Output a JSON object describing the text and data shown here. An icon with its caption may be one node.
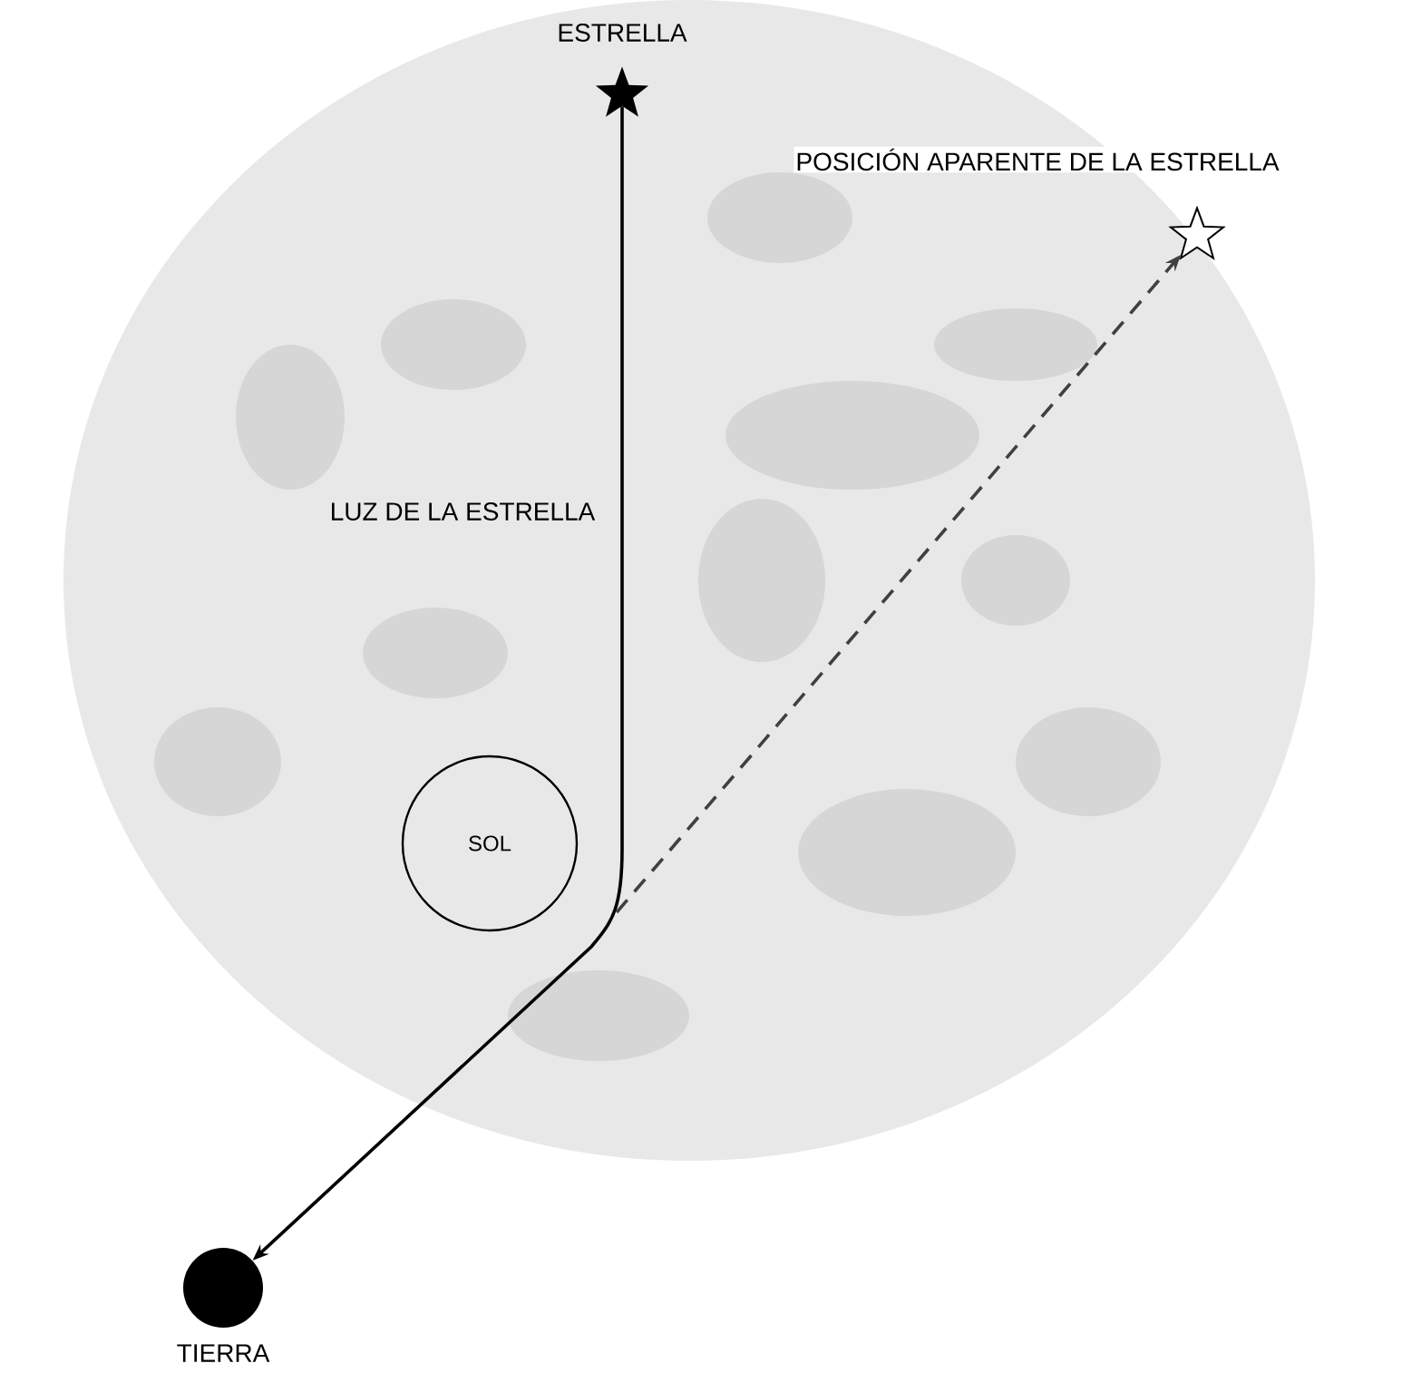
{
  "diagram": {
    "nodes": [
      {
        "text": [
          "ESTRELLA"
        ]
      },
      {
        "text": [
          "POSICIÓN APARENTE DE LA ESTRELLA"
        ]
      },
      {
        "text": [
          "SOL"
        ]
      },
      {
        "text": [
          "TIERRA"
        ]
      }
    ],
    "edges": [
      {
        "from": 0,
        "to": 3,
        "arrow": "to",
        "label": "LUZ DE LA ESTRELLA"
      },
      {
        "from": null,
        "to": 1,
        "arrow": "to",
        "style": "dashed"
      }
    ]
  }
}
